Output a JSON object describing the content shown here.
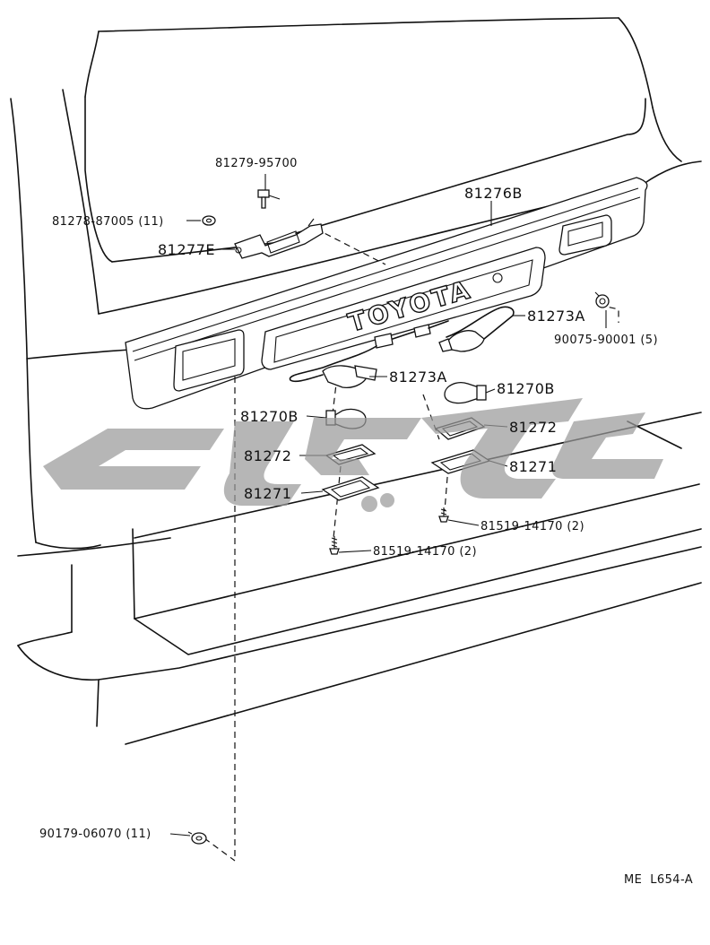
{
  "diagram": {
    "brand_emblem_text": "TOYOTA",
    "code": "ME  L654-A",
    "labels": {
      "p81279": "81279-95700",
      "p81278": "81278-87005 (11)",
      "p81277E": "81277E",
      "p81276B": "81276B",
      "p81273A_top": "81273A",
      "p90075": "90075-90001 (5)",
      "p81273A_mid": "81273A",
      "p81270B_right": "81270B",
      "p81270B_left": "81270B",
      "p81272_right": "81272",
      "p81272_left": "81272",
      "p81271_right": "81271",
      "p81271_left": "81271",
      "p81519_right": "81519-14170 (2)",
      "p81519_left": "81519-14170 (2)",
      "p90179": "90179-06070 (11)"
    }
  }
}
